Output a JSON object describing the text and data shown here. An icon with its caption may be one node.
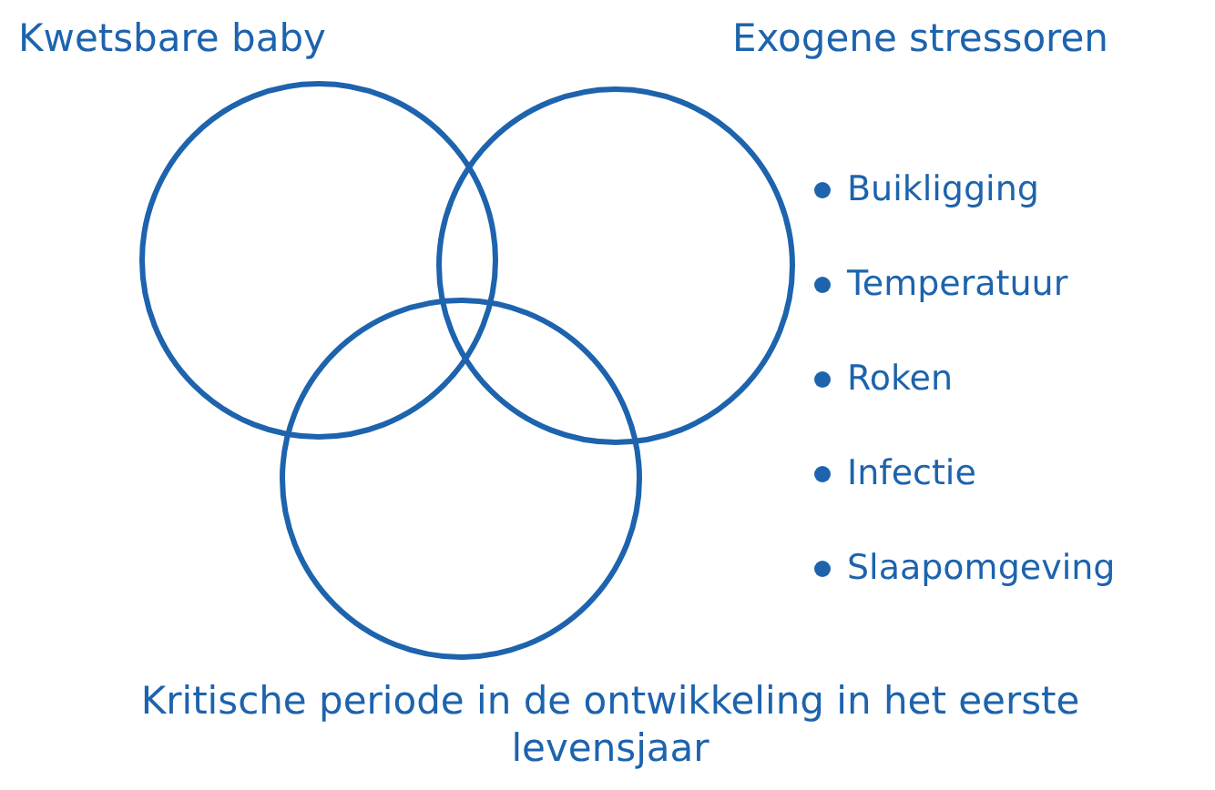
{
  "diagram": {
    "nodes": [
      {
        "text": [
          "Kwetsbare baby"
        ]
      },
      {
        "text": [
          "Exogene stressoren"
        ]
      },
      {
        "text": [
          "Kritische periode in de ontwikkeling in het eerste levensjaar"
        ]
      }
    ],
    "edges": [],
    "labels": [
      "Buikligging",
      "Temperatuur",
      "Roken",
      "Infectie",
      "Slaapomgeving"
    ]
  }
}
